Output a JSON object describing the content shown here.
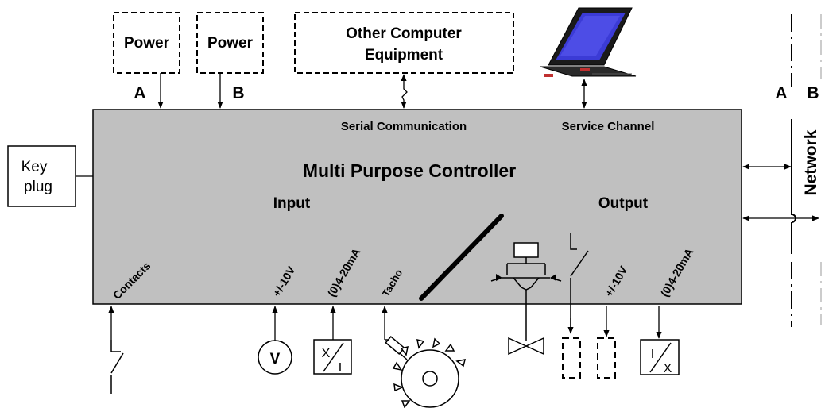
{
  "controller": {
    "title": "Multi Purpose Controller",
    "input_label": "Input",
    "output_label": "Output",
    "serial_label": "Serial Communication",
    "service_label": "Service Channel",
    "fill_color": "#c0c0c0"
  },
  "power": {
    "a_label": "Power",
    "b_label": "Power",
    "a_letter": "A",
    "b_letter": "B"
  },
  "other_equipment": {
    "line1": "Other Computer",
    "line2": "Equipment"
  },
  "key_plug": {
    "line1": "Key",
    "line2": "plug"
  },
  "network": {
    "label": "Network",
    "a_letter": "A",
    "b_letter": "B"
  },
  "inputs": {
    "contacts": "Contacts",
    "voltage": "+/-10V",
    "current": "(0)4-20mA",
    "tacho": "Tacho",
    "voltmeter_symbol": "V",
    "converter_top": "X",
    "converter_bottom": "I"
  },
  "outputs": {
    "voltage": "+/-10V",
    "current": "(0)4-20mA",
    "converter_top": "I",
    "converter_bottom": "X"
  }
}
